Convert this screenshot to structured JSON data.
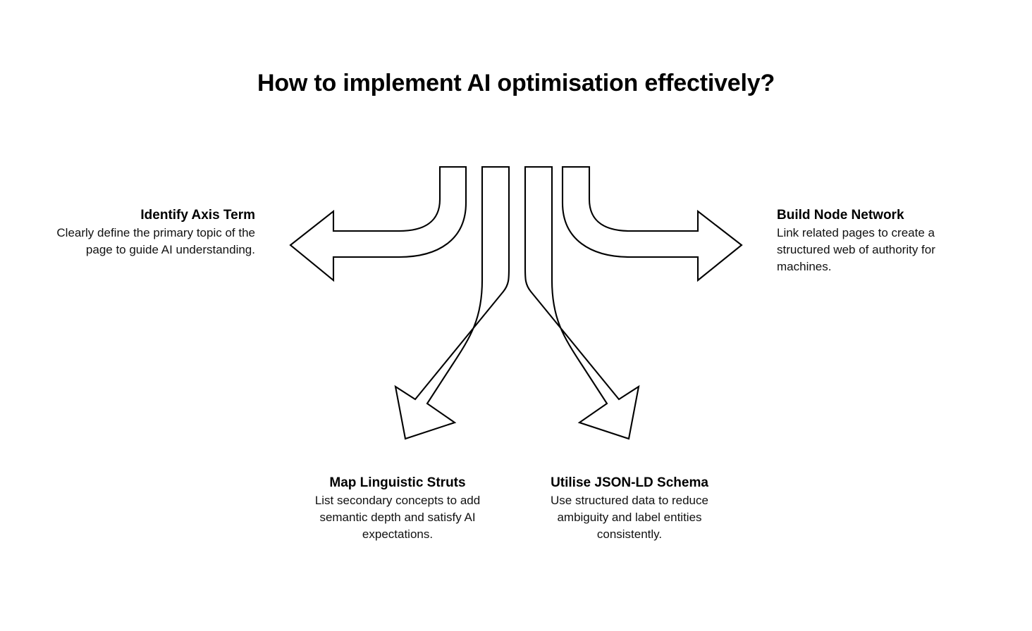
{
  "title": "How to implement AI optimisation effectively?",
  "background_color": "#ffffff",
  "stroke_color": "#000000",
  "text_color": "#000000",
  "diagram": {
    "type": "four-way-branching-arrows",
    "nodes": [
      {
        "id": "identify-axis-term",
        "direction": "left",
        "heading": "Identify Axis Term",
        "body": "Clearly define the primary topic of the page to guide AI understanding.",
        "align": "right"
      },
      {
        "id": "build-node-network",
        "direction": "right",
        "heading": "Build Node Network",
        "body": "Link related pages to create a structured web of authority for machines.",
        "align": "left"
      },
      {
        "id": "map-linguistic-struts",
        "direction": "down-left",
        "heading": "Map Linguistic Struts",
        "body": "List secondary concepts to add semantic depth and satisfy AI expectations.",
        "align": "center"
      },
      {
        "id": "utilise-json-ld-schema",
        "direction": "down-right",
        "heading": "Utilise JSON-LD Schema",
        "body": "Use structured data to reduce ambiguity and label entities consistently.",
        "align": "center"
      }
    ]
  }
}
